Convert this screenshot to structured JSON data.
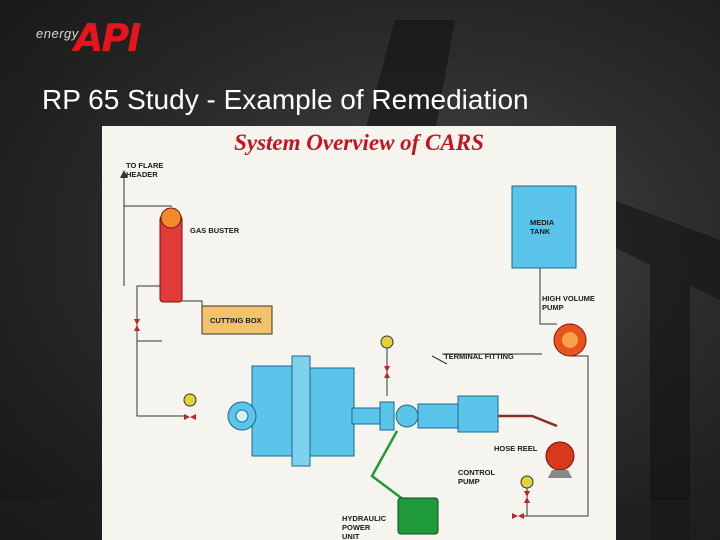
{
  "slide": {
    "logo_small_text": "energy",
    "logo_main_text": "API",
    "title": "RP 65 Study - Example of Remediation"
  },
  "diagram": {
    "title": "System Overview of CARS",
    "labels": {
      "to_flare_header": "TO FLARE\nHEADER",
      "gas_buster": "GAS BUSTER",
      "cutting_box": "CUTTING BOX",
      "media_tank": "MEDIA\nTANK",
      "high_volume_pump": "HIGH VOLUME\nPUMP",
      "terminal_fitting": "TERMINAL FITTING",
      "hose_reel": "HOSE REEL",
      "control_pump": "CONTROL\nPUMP",
      "hydraulic_power_unit": "HYDRAULIC\nPOWER\nUNIT"
    }
  },
  "colors": {
    "brand_red": "#e8141b",
    "title_red": "#c4151c",
    "tank_blue": "#5bc4ea",
    "cutting_box_orange": "#f4c26b",
    "valve_red": "#c0232b",
    "hydraulic_green": "#1e9a3a",
    "gauge_yellow": "#e2d23a"
  }
}
